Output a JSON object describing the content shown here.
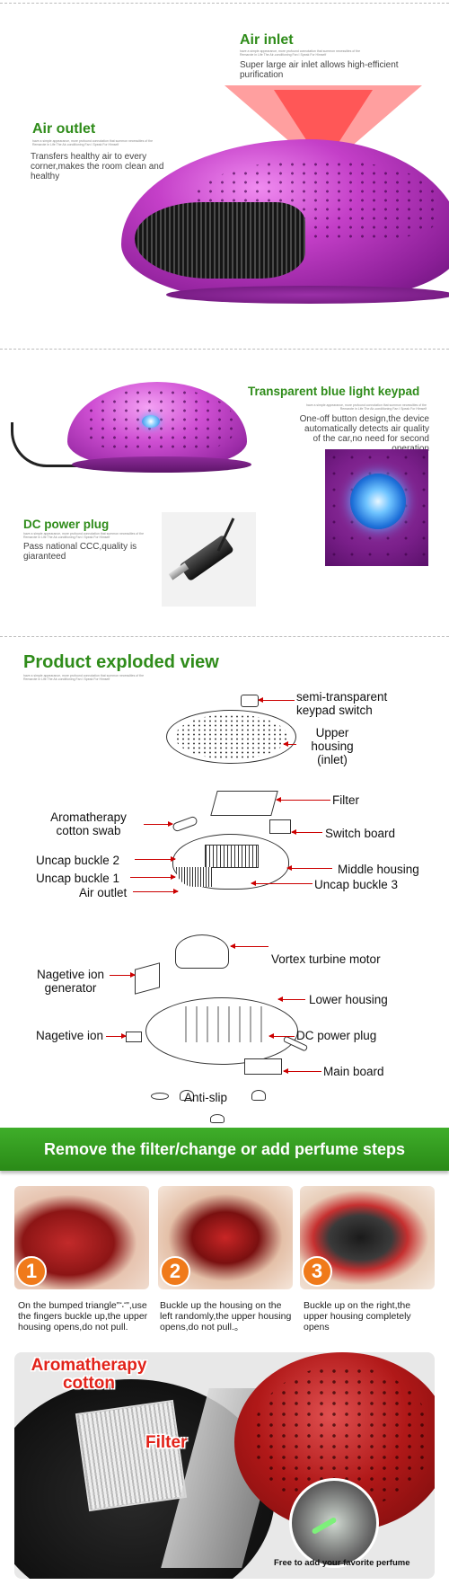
{
  "air_inlet": {
    "title": "Air inlet",
    "fine_print": "have a simple appearance, more profound connotation that summon necessities of the Remarote in Life The Air-conditioning Fan I Speak For Himself",
    "desc": "Super large air inlet allows high-efficient purification"
  },
  "air_outlet": {
    "title": "Air outlet",
    "fine_print": "have a simple appearance, more profound connotation that summon necessities of the Remarote in Life The Air-conditioning Fan I Speak For Himself",
    "desc": "Transfers healthy air to every corner,makes the room clean and healthy"
  },
  "keypad": {
    "title": "Transparent blue light keypad",
    "fine_print": "have a simple appearance, more profound connotation that summon necessities of the Remarote in Life The Air-conditioning Fan I Speak For Himself",
    "desc": "One-off button design,the device automatically detects air quality of the car,no need for second operation"
  },
  "dc_plug": {
    "title": "DC power plug",
    "fine_print": "have a simple appearance, more profound connotation that summon necessities of the Remarote in Life The Air-conditioning Fan I Speak For Himself",
    "desc": "Pass national CCC,quality is giaranteed"
  },
  "exploded": {
    "title": "Product exploded view",
    "fine_print": "have a simple appearance, more profound connotation that summon necessities of the Remarote in Life The Air-conditioning Fan I Speak For Himself",
    "labels": {
      "keypad_switch": "semi-transparent keypad switch",
      "upper_housing": "Upper housing (inlet)",
      "filter": "Filter",
      "aroma_swab": "Aromatherapy cotton swab",
      "switch_board": "Switch board",
      "uncap2": "Uncap buckle 2",
      "middle_housing": "Middle housing",
      "uncap1": "Uncap buckle 1",
      "uncap3": "Uncap buckle 3",
      "air_outlet": "Air outlet",
      "turbine": "Vortex turbine motor",
      "ion_generator": "Nagetive ion generator",
      "lower_housing": "Lower housing",
      "ion": "Nagetive ion",
      "dc_plug": "DC power plug",
      "main_board": "Main board",
      "anti_slip": "Anti-slip"
    }
  },
  "banner": {
    "title": "Remove the filter/change or add perfume steps"
  },
  "steps": [
    {
      "num": "1",
      "text": "On the bumped triangle\"∵\",use the fingers buckle up,the upper housing opens,do not pull."
    },
    {
      "num": "2",
      "text": "Buckle up the housing on the left randomly,the upper housing opens,do not pull.。"
    },
    {
      "num": "3",
      "text": "Buckle up on the right,the upper housing completely opens"
    }
  ],
  "final": {
    "aroma_label": "Aromatherapy cotton",
    "filter_label": "Filter",
    "caption": "Free to add your favorite perfume"
  },
  "colors": {
    "title_green": "#2f8c1a",
    "banner_green": "#3fae2a",
    "accent_red": "#e2231a",
    "step_orange": "#f07a1a",
    "device_purple": "#c43fc8"
  }
}
